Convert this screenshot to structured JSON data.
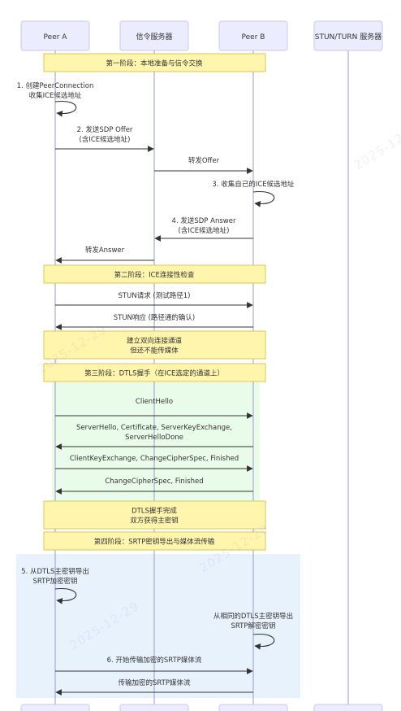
{
  "participants": [
    {
      "id": "a",
      "label": "Peer A"
    },
    {
      "id": "s",
      "label": "信令服务器"
    },
    {
      "id": "b",
      "label": "Peer B"
    },
    {
      "id": "t",
      "label": "STUN/TURN 服务器"
    }
  ],
  "phase_notes": [
    {
      "text": "第一阶段：本地准备与信令交换"
    },
    {
      "text": "第二阶段：ICE连接性检查"
    },
    {
      "text": "建立双向连接通道\n但还不能传媒体"
    },
    {
      "text": "第三阶段：DTLS握手（在ICE选定的通道上）"
    },
    {
      "text": "DTLS握手完成\n双方获得主密钥"
    },
    {
      "text": "第四阶段：SRTP密钥导出与媒体流传输"
    }
  ],
  "messages": [
    {
      "text": "1. 创建PeerConnection\n收集ICE候选地址",
      "type": "self",
      "participant": "a"
    },
    {
      "text": "2. 发送SDP Offer\n(含ICE候选地址)",
      "from": "a",
      "to": "s"
    },
    {
      "text": "转发Offer",
      "from": "s",
      "to": "b"
    },
    {
      "text": "3. 收集自己的ICE候选地址",
      "type": "self",
      "participant": "b"
    },
    {
      "text": "4. 发送SDP Answer\n(含ICE候选地址)",
      "from": "b",
      "to": "s"
    },
    {
      "text": "转发Answer",
      "from": "s",
      "to": "a"
    },
    {
      "text": "STUN请求 (测试路径1)",
      "from": "a",
      "to": "b"
    },
    {
      "text": "STUN响应 (路径通的确认)",
      "from": "b",
      "to": "a"
    },
    {
      "text": "ClientHello",
      "from": "a",
      "to": "b"
    },
    {
      "text": "ServerHello, Certificate, ServerKeyExchange,\nServerHelloDone",
      "from": "b",
      "to": "a"
    },
    {
      "text": "ClientKeyExchange, ChangeCipherSpec, Finished",
      "from": "a",
      "to": "b"
    },
    {
      "text": "ChangeCipherSpec, Finished",
      "from": "b",
      "to": "a"
    },
    {
      "text": "5. 从DTLS主密钥导出\nSRTP加密密钥",
      "type": "self",
      "participant": "a"
    },
    {
      "text": "从相同的DTLS主密钥导出\nSRTP解密密钥",
      "type": "self",
      "participant": "b"
    },
    {
      "text": "6. 开始传输加密的SRTP媒体流",
      "from": "a",
      "to": "b"
    },
    {
      "text": "传输加密的SRTP媒体流",
      "from": "b",
      "to": "a"
    }
  ],
  "watermark": "2025-12-29",
  "colors": {
    "participant_fill": "#ECECFF",
    "participant_border": "#C9C9F0",
    "lifeline": "#9A9ACC",
    "note_fill": "#FFF5AD",
    "note_border": "#D8C65A",
    "arrow": "#333333",
    "dtls_region": "#E9FBE9",
    "srtp_region": "#E8F2FD"
  }
}
